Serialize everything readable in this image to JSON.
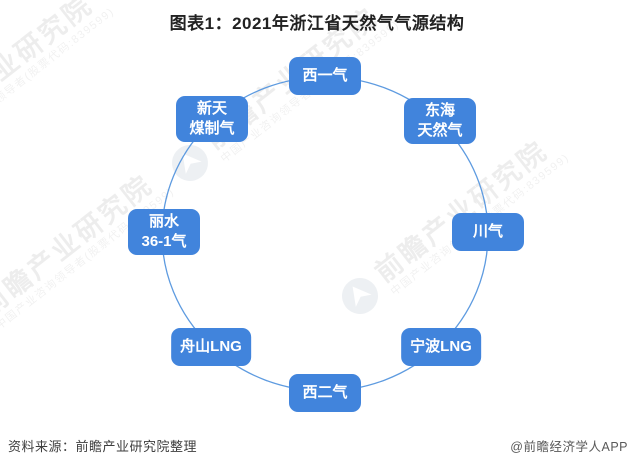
{
  "title": "图表1：2021年浙江省天然气气源结构",
  "diagram": {
    "type": "circular-node-diagram",
    "description_nodes_clockwise_from_top": true,
    "accent_color": "#4184dc",
    "ring_color": "#5e9be0",
    "node_text_color": "#ffffff",
    "nodes": [
      {
        "label": "西一气"
      },
      {
        "label": "东海\n天然气"
      },
      {
        "label": "川气"
      },
      {
        "label": "宁波LNG"
      },
      {
        "label": "西二气"
      },
      {
        "label": "舟山LNG"
      },
      {
        "label": "丽水\n36-1气"
      },
      {
        "label": "新天\n煤制气"
      }
    ]
  },
  "footer": {
    "source": "资料来源：前瞻产业研究院整理",
    "credit": "@前瞻经济学人APP"
  },
  "watermark": {
    "brand": "前瞻产业研究院",
    "subtitle": "中国产业咨询领导者(股票代码:839599)"
  }
}
